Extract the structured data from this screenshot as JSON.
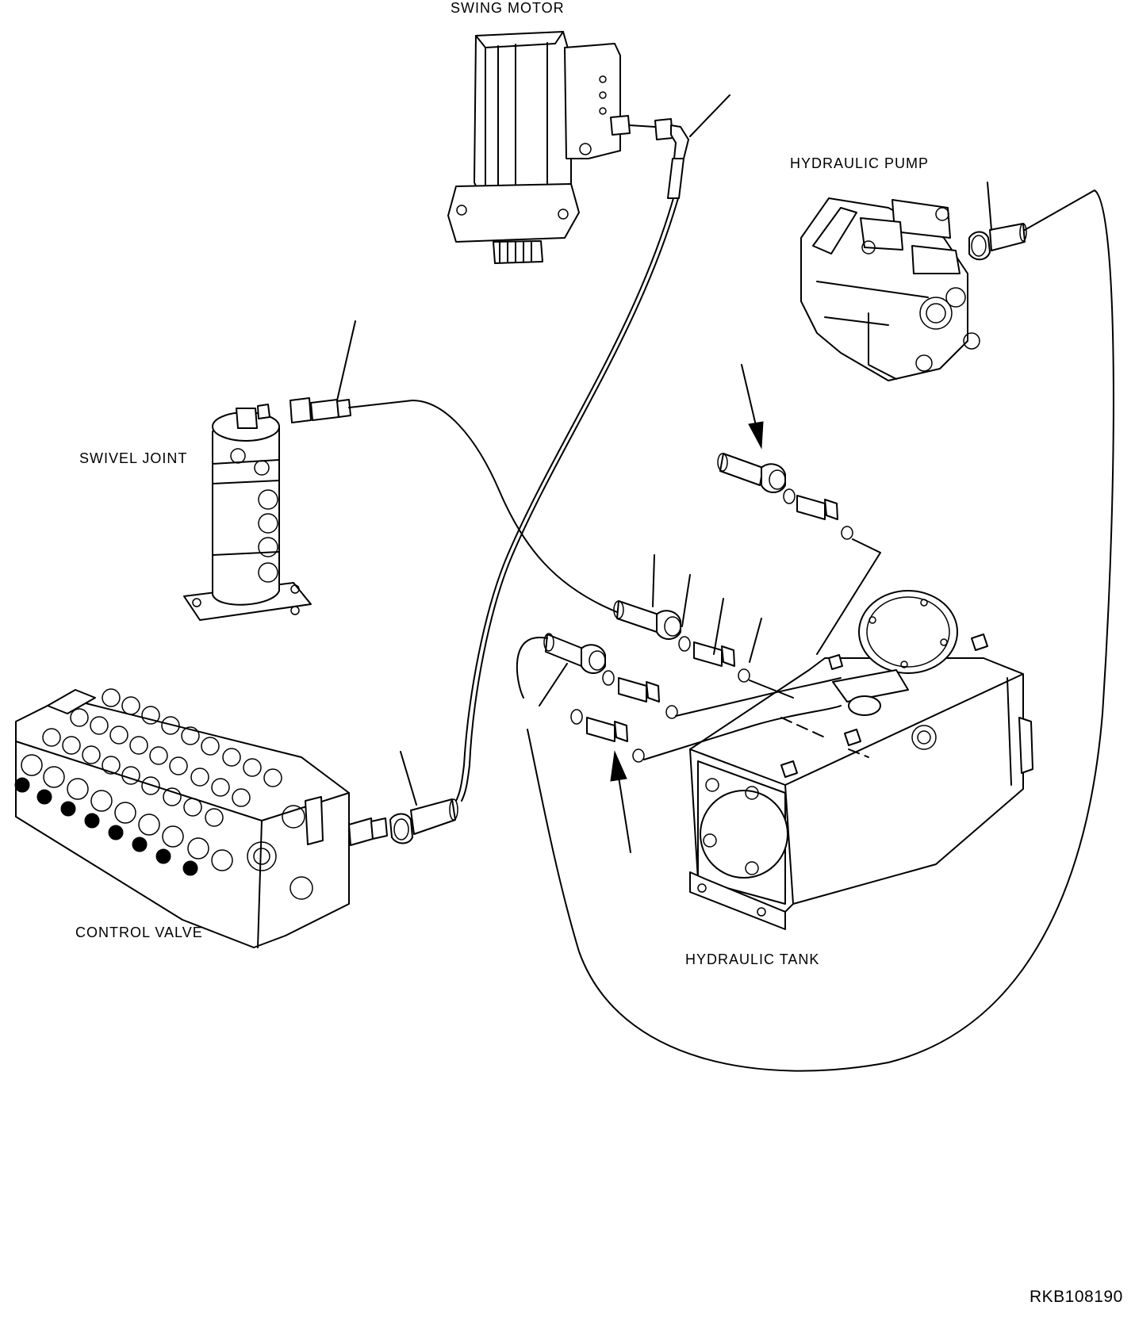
{
  "labels": {
    "swing_motor": "SWING MOTOR",
    "hydraulic_pump": "HYDRAULIC PUMP",
    "swivel_joint": "SWIVEL JOINT",
    "control_valve": "CONTROL VALVE",
    "hydraulic_tank": "HYDRAULIC TANK"
  },
  "doc_code": "RKB108190"
}
